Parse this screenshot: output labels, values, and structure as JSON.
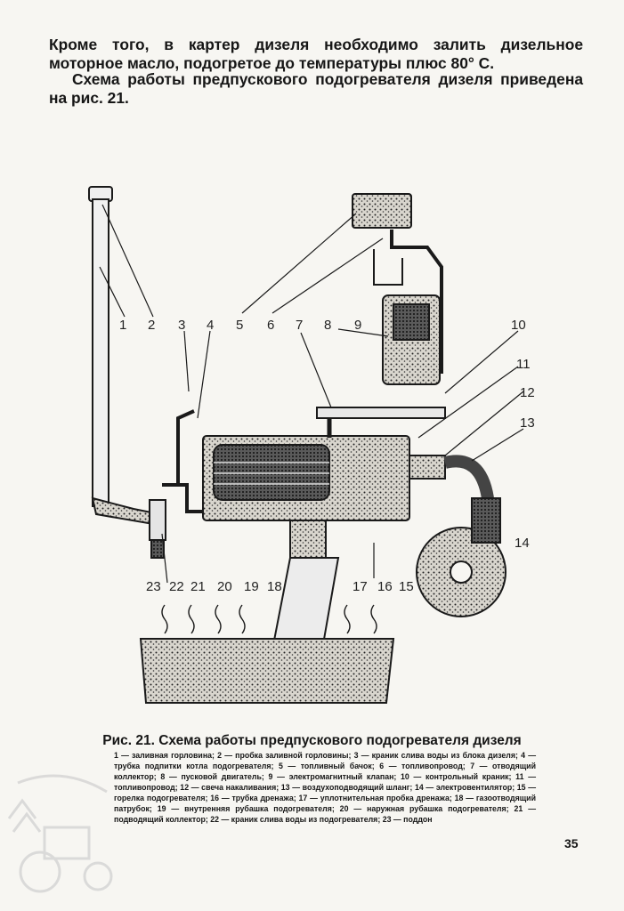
{
  "text": {
    "paragraph_1": "Кроме того, в картер дизеля необходимо залить дизельное моторное масло, подогретое до температуры плюс 80° С.",
    "paragraph_2": "Схема работы предпускового подогревателя дизеля приведена на рис. 21."
  },
  "figure": {
    "callouts": [
      "1",
      "2",
      "3",
      "4",
      "5",
      "6",
      "7",
      "8",
      "9",
      "10",
      "11",
      "12",
      "13",
      "14",
      "15",
      "16",
      "17",
      "18",
      "19",
      "20",
      "21",
      "22",
      "23"
    ],
    "caption_title": "Рис. 21. Схема работы предпускового подогревателя дизеля",
    "legend": "1 — заливная горловина; 2 — пробка заливной горловины; 3 — краник слива воды из блока дизеля; 4 — трубка подпитки котла подогревателя; 5 — топливный бачок; 6 — топливопровод; 7 — отводящий коллектор; 8 — пусковой двигатель; 9 — электромагнитный клапан; 10 — контрольный краник; 11 — топливопровод; 12 — свеча накаливания; 13 — воздухоподводящий шланг; 14 — электровентилятор; 15 — горелка подогревателя; 16 — трубка дренажа; 17 — уплотнительная пробка дренажа; 18 — газоотводящий патрубок; 19 — внутренняя рубашка подогревателя; 20 — наружная рубашка подогревателя; 21 — подводящий коллектор; 22 — краник слива воды из подогревателя; 23 — поддон"
  },
  "page_number": "35",
  "colors": {
    "ink": "#161616",
    "paper": "#f7f6f2"
  }
}
